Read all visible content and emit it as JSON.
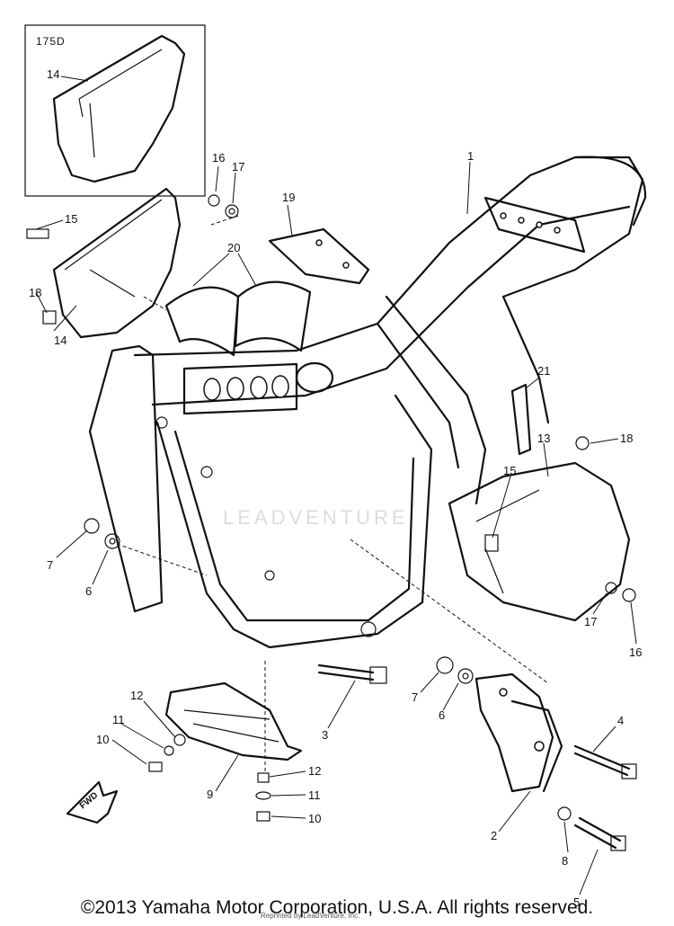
{
  "diagram": {
    "inset_label": "175D",
    "fwd_badge": "FWD",
    "watermark": "LEADVENTURE",
    "callouts": [
      {
        "id": "c14a",
        "text": "14"
      },
      {
        "id": "c16a",
        "text": "16"
      },
      {
        "id": "c17a",
        "text": "17"
      },
      {
        "id": "c19",
        "text": "19"
      },
      {
        "id": "c15a",
        "text": "15"
      },
      {
        "id": "c1",
        "text": "1"
      },
      {
        "id": "c18a",
        "text": "18"
      },
      {
        "id": "c20",
        "text": "20"
      },
      {
        "id": "c14b",
        "text": "14"
      },
      {
        "id": "c21",
        "text": "21"
      },
      {
        "id": "c13",
        "text": "13"
      },
      {
        "id": "c18b",
        "text": "18"
      },
      {
        "id": "c15b",
        "text": "15"
      },
      {
        "id": "c7a",
        "text": "7"
      },
      {
        "id": "c6a",
        "text": "6"
      },
      {
        "id": "c17b",
        "text": "17"
      },
      {
        "id": "c16b",
        "text": "16"
      },
      {
        "id": "c7b",
        "text": "7"
      },
      {
        "id": "c6b",
        "text": "6"
      },
      {
        "id": "c3",
        "text": "3"
      },
      {
        "id": "c4",
        "text": "4"
      },
      {
        "id": "c12a",
        "text": "12"
      },
      {
        "id": "c11a",
        "text": "11"
      },
      {
        "id": "c10a",
        "text": "10"
      },
      {
        "id": "c9",
        "text": "9"
      },
      {
        "id": "c12b",
        "text": "12"
      },
      {
        "id": "c11b",
        "text": "11"
      },
      {
        "id": "c10b",
        "text": "10"
      },
      {
        "id": "c2",
        "text": "2"
      },
      {
        "id": "c8",
        "text": "8"
      },
      {
        "id": "c5",
        "text": "5"
      }
    ]
  },
  "footer": {
    "copyright": "©2013 Yamaha Motor Corporation, U.S.A. All rights reserved.",
    "reprint": "Reprinted by LeadVenture, Inc."
  }
}
